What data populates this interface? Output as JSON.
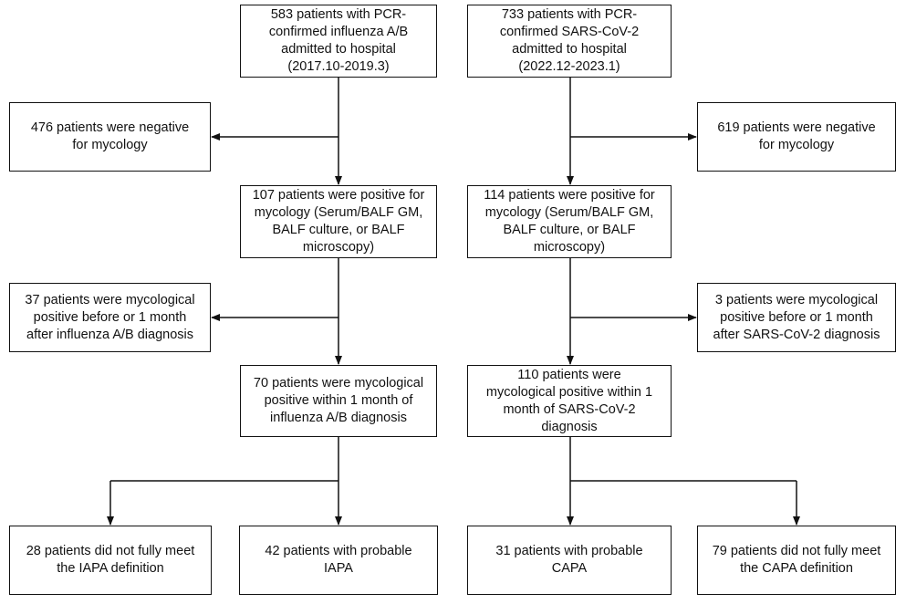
{
  "influenza_branch": {
    "admitted": "583 patients with PCR-\nconfirmed influenza A/B\nadmitted to hospital\n(2017.10-2019.3)",
    "negative": "476 patients were negative\nfor mycology",
    "positive": "107 patients were positive for\nmycology (Serum/BALF GM,\nBALF culture, or BALF\nmicroscopy)",
    "excluded_timing": "37 patients were mycological\npositive before or 1 month\nafter influenza A/B diagnosis",
    "within_month": "70 patients were mycological\npositive within 1 month of\ninfluenza A/B diagnosis",
    "not_meet": "28 patients did not fully meet\nthe IAPA definition",
    "probable": "42 patients with probable\nIAPA"
  },
  "covid_branch": {
    "admitted": "733 patients with PCR-\nconfirmed SARS-CoV-2\nadmitted to hospital\n(2022.12-2023.1)",
    "negative": "619 patients were negative\nfor mycology",
    "positive": "114 patients were positive for\nmycology (Serum/BALF GM,\nBALF culture, or BALF\nmicroscopy)",
    "excluded_timing": "3 patients were mycological\npositive before or 1 month\nafter SARS-CoV-2 diagnosis",
    "within_month": "110 patients were\nmycological positive within 1\nmonth of SARS-CoV-2\ndiagnosis",
    "probable": "31 patients with probable\nCAPA",
    "not_meet": "79 patients did not fully meet\nthe CAPA definition"
  },
  "colors": {
    "line": "#111111",
    "box_fill": "#ffffff"
  }
}
